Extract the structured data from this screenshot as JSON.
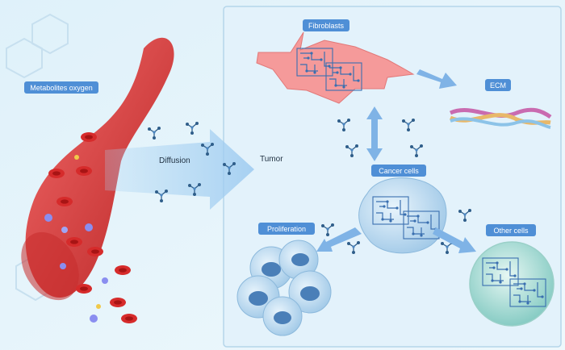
{
  "labels": {
    "metabolites": "Metabolites oxygen",
    "diffusion": "Diffusion",
    "tumor": "Tumor",
    "fibroblasts": "Fibroblasts",
    "ecm": "ECM",
    "cancer_cells": "Cancer cells",
    "proliferation": "Proliferation",
    "other_cells": "Other cells"
  },
  "colors": {
    "label_bg": "#4f8fd6",
    "vessel": "#d93a3a",
    "fibroblast": "#f08a8a",
    "cancer_cell": "#b6d6ee",
    "arrow": "#7fb3e6"
  },
  "icons": [
    "molecule-icon",
    "red-blood-cell-icon",
    "circuit-icon"
  ]
}
